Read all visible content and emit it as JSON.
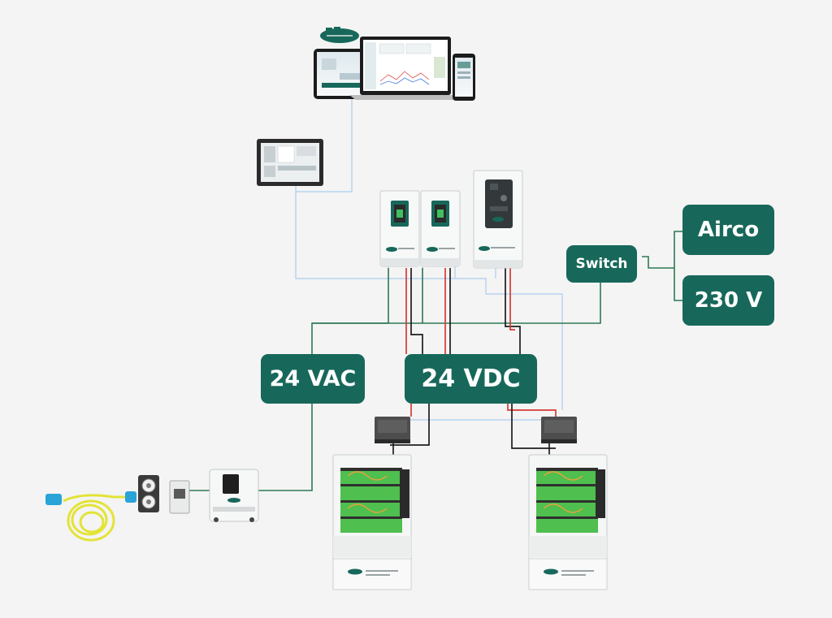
{
  "labels": {
    "ac": "24 VAC",
    "dc": "24 VDC",
    "switch": "Switch",
    "airco": "Airco",
    "mains": "230 V"
  },
  "colors": {
    "brand_green": "#17685a",
    "ac_wire": "#2d7a55",
    "dc_positive": "#d63a32",
    "dc_negative": "#1d1d1d",
    "data_cable": "#b7d3ee",
    "battery_cells": "#4fbf4f",
    "shore_cable": "#e3e337"
  },
  "icons": [
    "monitoring-devices-icon",
    "touch-display-icon",
    "inverter-charger-icon",
    "power-cube-icon",
    "dc-converter-icon",
    "battery-rack-icon",
    "shore-power-cable-icon",
    "shore-socket-icon",
    "breaker-box-icon",
    "isolation-transformer-icon"
  ]
}
